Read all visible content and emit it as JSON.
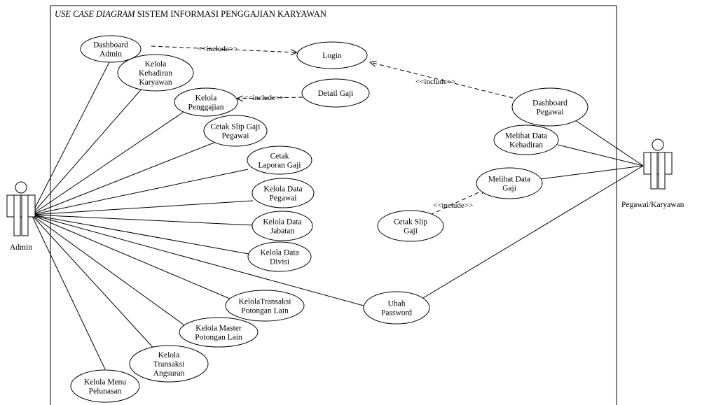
{
  "diagram": {
    "title_italic": "USE CASE DIAGRAM",
    "title_rest": " SISTEM INFORMASI PENGGAJIAN KARYAWAN",
    "include_label": "<<include>>",
    "actors": {
      "admin": "Admin",
      "pegawai": "Pegawai/Karyawan"
    },
    "use_cases": {
      "dashboard_admin": [
        "Dashboard",
        "Admin"
      ],
      "login": [
        "Login"
      ],
      "kelola_kehadiran": [
        "Kelola",
        "Kehadiran",
        "Karyawan"
      ],
      "kelola_penggajian": [
        "Kelola",
        "Penggajian"
      ],
      "detail_gaji": [
        "Detail Gaji"
      ],
      "cetak_slip_gaji_pegawai": [
        "Cetak Slip Gaji",
        "Pegawai"
      ],
      "cetak_laporan_gaji": [
        "Cetak",
        "Laporan Gaji"
      ],
      "kelola_data_pegawai": [
        "Kelola Data",
        "Pegawai"
      ],
      "kelola_data_jabatan": [
        "Kelola Data",
        "Jabatan"
      ],
      "kelola_data_divisi": [
        "Kelola Data",
        "Divisi"
      ],
      "kelola_transaksi_potongan": [
        "KelolaTransaksi",
        "Potongan Lain"
      ],
      "kelola_master_potongan": [
        "Kelola Master",
        "Potongan Lain"
      ],
      "kelola_transaksi_angsuran": [
        "Kelola",
        "Transaksi",
        "Angsuran"
      ],
      "kelola_menu_pelunasan": [
        "Kelola Menu",
        "Pelunasan"
      ],
      "ubah_password": [
        "Ubah",
        "Password"
      ],
      "dashboard_pegawai": [
        "Dashboard",
        "Pegawai"
      ],
      "melihat_data_kehadiran": [
        "Melihat Data",
        "Kehadiran"
      ],
      "melihat_data_gaji": [
        "Melihat Data",
        "Gaji"
      ],
      "cetak_slip_gaji": [
        "Cetak Slip",
        "Gaji"
      ]
    }
  }
}
